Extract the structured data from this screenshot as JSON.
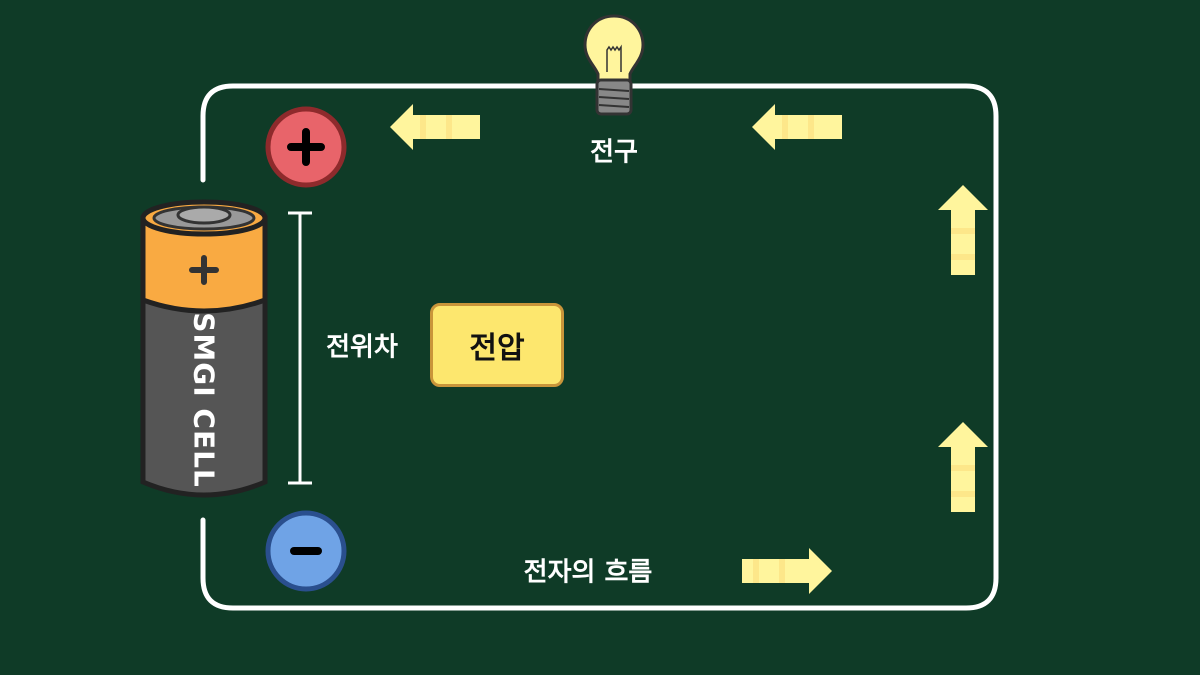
{
  "labels": {
    "bulb": "전구",
    "potential_difference": "전위차",
    "voltage": "전압",
    "electron_flow": "전자의 흐름",
    "battery_brand": "SMGI CELL"
  },
  "terminals": {
    "positive": "+",
    "negative": "−"
  },
  "colors": {
    "background": "#0f3b27",
    "wire": "#ffffff",
    "arrow": "#fff59d",
    "positive": "#e8646a",
    "negative": "#6fa3e6",
    "battery_top": "#f9aa42",
    "battery_body": "#555555"
  }
}
